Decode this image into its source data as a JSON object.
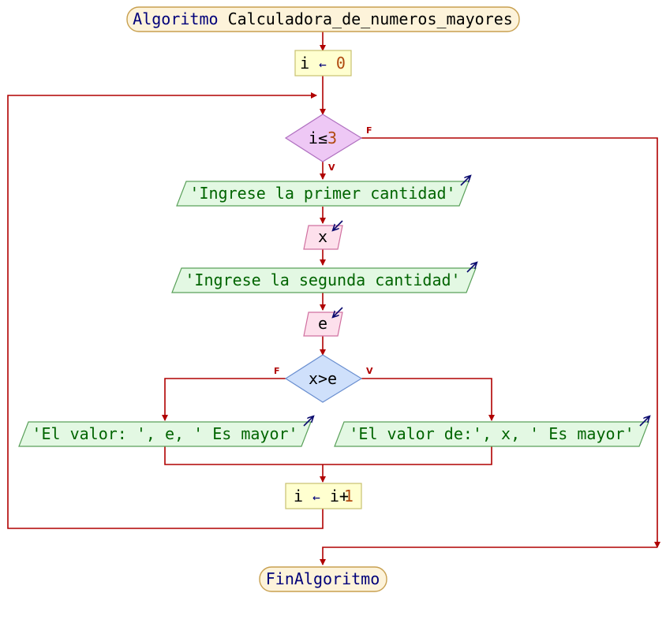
{
  "flowchart": {
    "start": {
      "keyword": "Algoritmo",
      "name": "Calculadora_de_numeros_mayores"
    },
    "init": {
      "var": "i",
      "arrow": "←",
      "value": "0"
    },
    "loop_condition": {
      "var": "i",
      "op": "≤",
      "value": "3",
      "true_label": "V",
      "false_label": "F"
    },
    "output_1": {
      "text": "'Ingrese la primer cantidad'"
    },
    "input_1": {
      "var": "x"
    },
    "output_2": {
      "text": "'Ingrese la segunda cantidad'"
    },
    "input_2": {
      "var": "e"
    },
    "compare": {
      "text": "x>e",
      "false_label": "F",
      "true_label": "V"
    },
    "output_false": {
      "text": "'El valor: ', e, ' Es mayor'"
    },
    "output_true": {
      "text": "'El valor de:', x, ' Es mayor'"
    },
    "increment": {
      "var": "i",
      "arrow": "←",
      "expr": "i+",
      "value": "1"
    },
    "end": {
      "keyword": "FinAlgoritmo"
    }
  },
  "colors": {
    "terminal_fill": "#fdf3da",
    "terminal_stroke": "#c8a050",
    "process_fill": "#ffffd0",
    "process_stroke": "#c8c070",
    "decision_loop_fill": "#eec8f5",
    "decision_loop_stroke": "#b070c0",
    "decision_if_fill": "#cfe0fb",
    "decision_if_stroke": "#6a8fd0",
    "output_fill": "#e3f8e3",
    "output_stroke": "#5aa05a",
    "input_fill": "#fde0ec",
    "input_stroke": "#d070a0",
    "edge": "#b00000",
    "io_arrow": "#0a0a6e"
  }
}
